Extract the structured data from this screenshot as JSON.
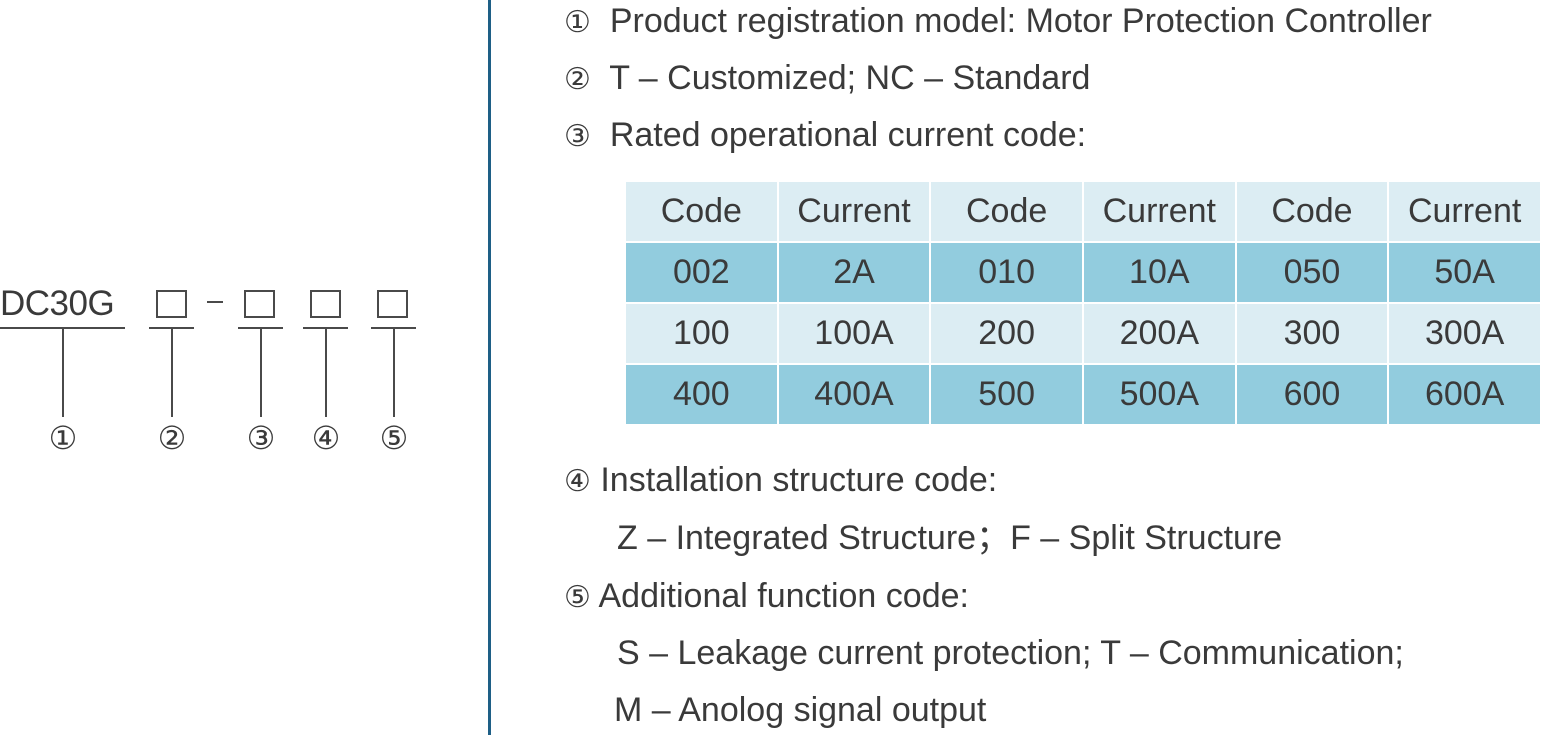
{
  "model": {
    "prefix": "DC30G",
    "labels": [
      "①",
      "②",
      "③",
      "④",
      "⑤"
    ]
  },
  "legend": {
    "item1": {
      "marker": "①",
      "text": "Product registration model:  Motor Protection Controller"
    },
    "item2": {
      "marker": "②",
      "text": "T – Customized; NC – Standard"
    },
    "item3": {
      "marker": "③",
      "text": "Rated operational current code:"
    },
    "item4": {
      "marker": "④",
      "text": "Installation structure code:",
      "detail": "Z – Integrated Structure；F – Split Structure"
    },
    "item5": {
      "marker": "⑤",
      "text": "Additional function code:",
      "detail1": "S – Leakage current protection; T – Communication;",
      "detail2": "M – Anolog signal output"
    }
  },
  "table": {
    "headers": [
      "Code",
      "Current",
      "Code",
      "Current",
      "Code",
      "Current"
    ],
    "rows": [
      [
        "002",
        "2A",
        "010",
        "10A",
        "050",
        "50A"
      ],
      [
        "100",
        "100A",
        "200",
        "200A",
        "300",
        "300A"
      ],
      [
        "400",
        "400A",
        "500",
        "500A",
        "600",
        "600A"
      ]
    ]
  },
  "colors": {
    "divider": "#1e5f86",
    "table_header": "#dcedf3",
    "table_row_dark": "#92ccde",
    "table_row_light": "#dcedf3",
    "text": "#3a3a3a"
  }
}
